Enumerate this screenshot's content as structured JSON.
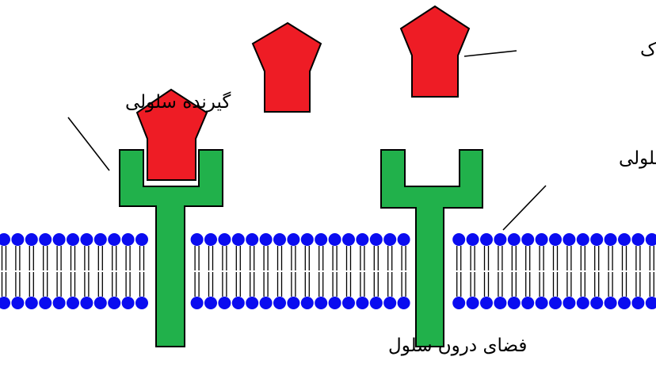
{
  "labels": {
    "opium_molecule": "مولکول تریاک",
    "cell_receptor": "گیرنده سلولی",
    "cell_membrane": "غشای سلولی",
    "intracellular_space": "فضای درون سلول"
  },
  "colors": {
    "molecule_fill": "#ee1c25",
    "receptor_fill": "#21b14b",
    "phospholipid_head": "#0a0cf0",
    "outline": "#000000",
    "background": "#ffffff"
  }
}
